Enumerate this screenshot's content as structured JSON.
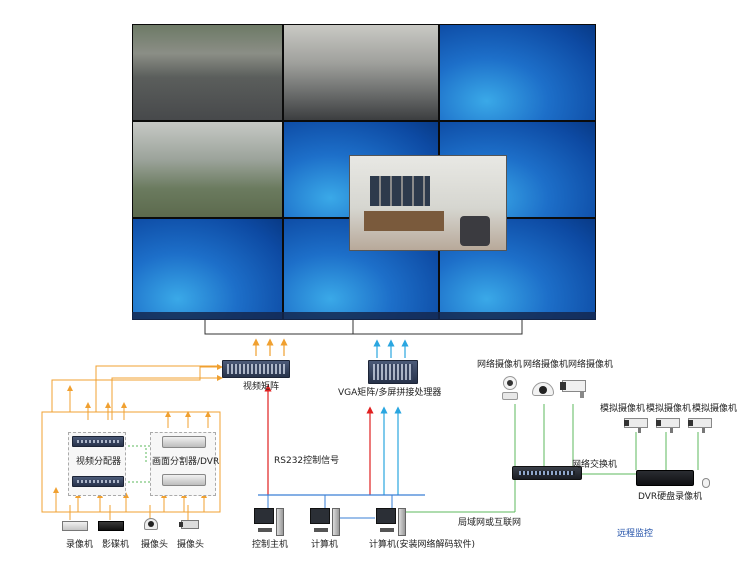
{
  "labels": {
    "video_matrix": "视频矩阵",
    "vga_processor": "VGA矩阵/多屏拼接处理器",
    "splitter": "视频分配器",
    "screen_splitter": "画面分割器/DVR",
    "rs232": "RS232控制信号",
    "net_cam_1": "网络摄像机",
    "net_cam_2": "网络摄像机",
    "net_cam_3": "网络摄像机",
    "analog_cam_1": "模拟摄像机",
    "analog_cam_2": "模拟摄像机",
    "analog_cam_3": "模拟摄像机",
    "net_switch": "网络交换机",
    "dvr_recorder": "DVR硬盘录像机",
    "lan": "局域网或互联网",
    "remote": "远程监控",
    "recorder": "录像机",
    "dvd": "影碟机",
    "camera_1": "摄像头",
    "camera_2": "摄像头",
    "control_host": "控制主机",
    "computer": "计算机",
    "computer_decoder": "计算机(安装网络解码软件)"
  },
  "colors": {
    "orange_arrow": "#f0a030",
    "red_arrow": "#e02020",
    "blue_arrow": "#2aa6e0",
    "green_link": "#5cb85c",
    "blue_bus": "#3a7fd5",
    "remote_text": "#1f4fa8"
  },
  "icons": [
    "video-wall-icon",
    "matrix-rack-icon",
    "processor-rack-icon",
    "splitter-rack-icon",
    "dvr-unit-icon",
    "network-camera-icon",
    "analog-camera-icon",
    "network-switch-icon",
    "dvr-box-icon",
    "computer-icon",
    "recorder-icon",
    "dvd-player-icon",
    "dome-camera-icon",
    "box-camera-icon",
    "mouse-icon"
  ]
}
